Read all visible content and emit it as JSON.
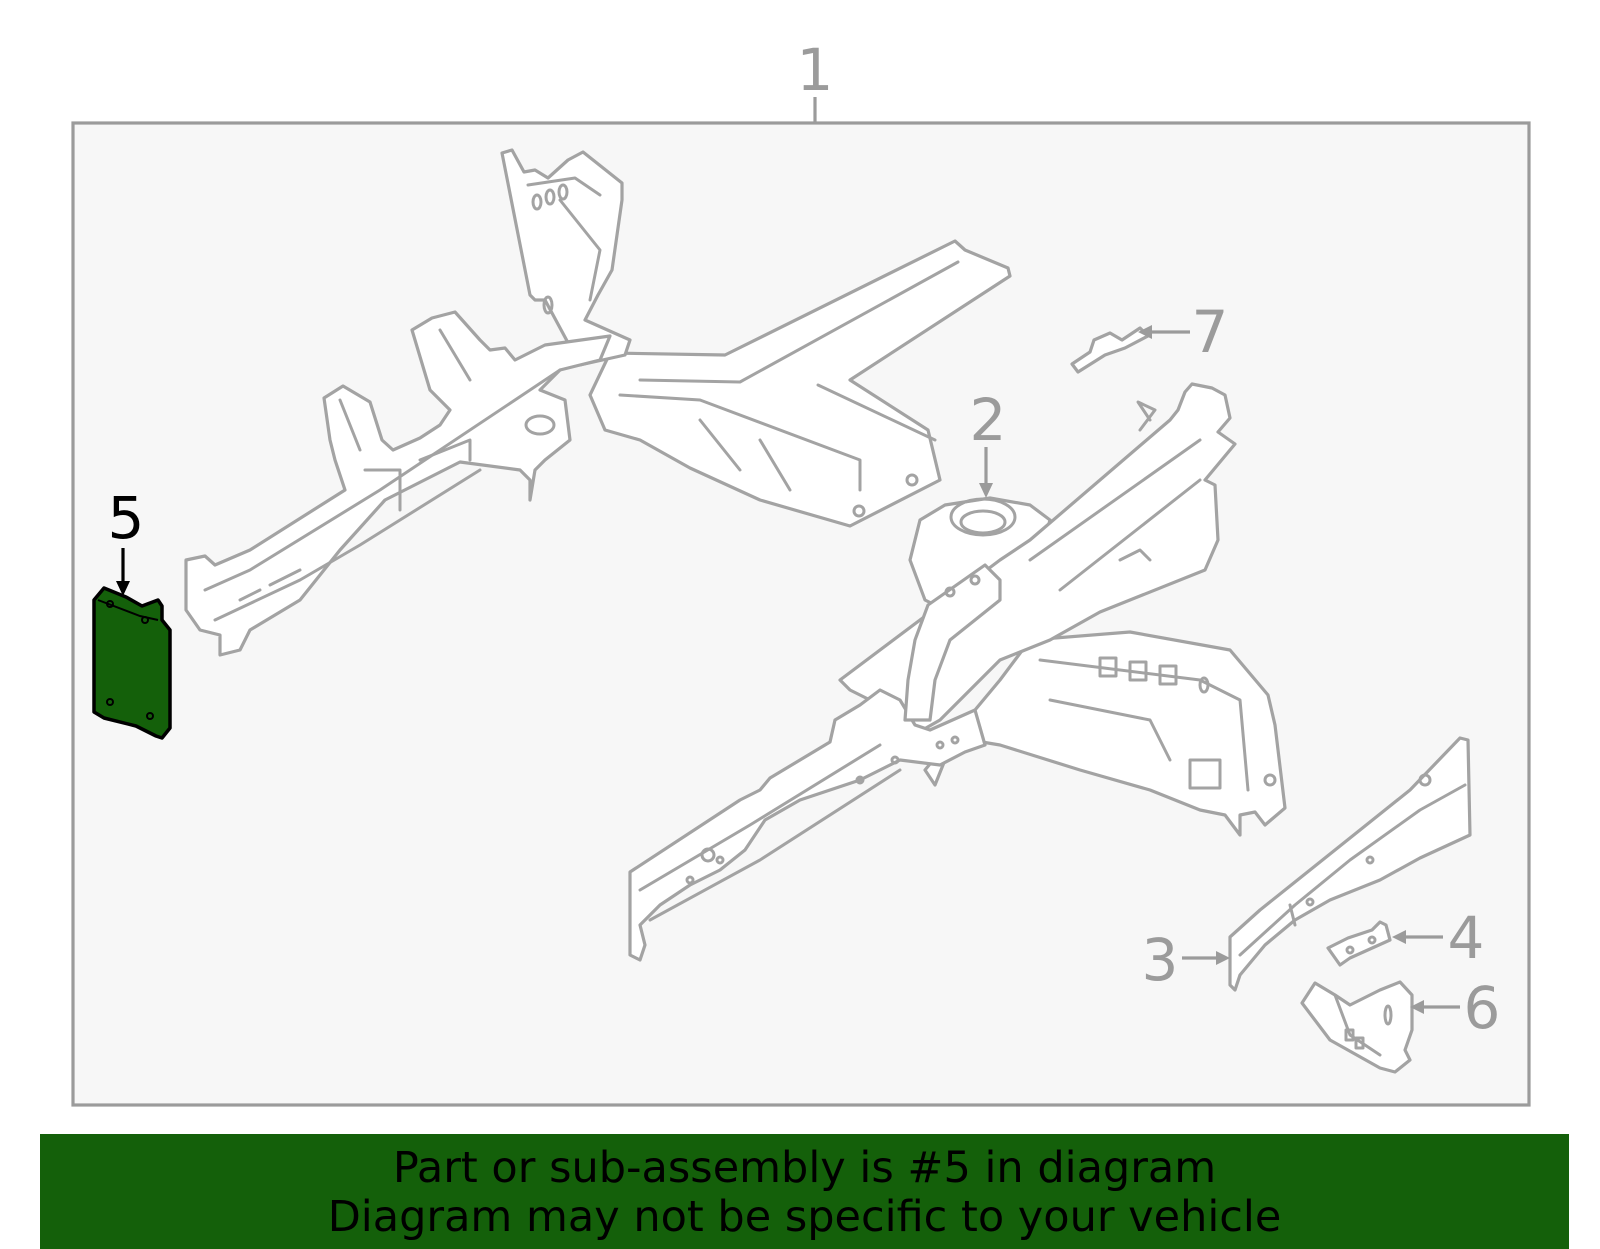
{
  "diagram": {
    "callouts": {
      "c1": "1",
      "c2": "2",
      "c3": "3",
      "c4": "4",
      "c5": "5",
      "c6": "6",
      "c7": "7"
    },
    "highlighted_part": "5",
    "highlight_color": "#14600a",
    "frame_color": "#9b9b9b",
    "panel_color": "#f7f7f7"
  },
  "banner": {
    "line1": "Part or sub-assembly is #5 in diagram",
    "line2": "Diagram may not be specific to your vehicle",
    "background": "#14600a"
  }
}
